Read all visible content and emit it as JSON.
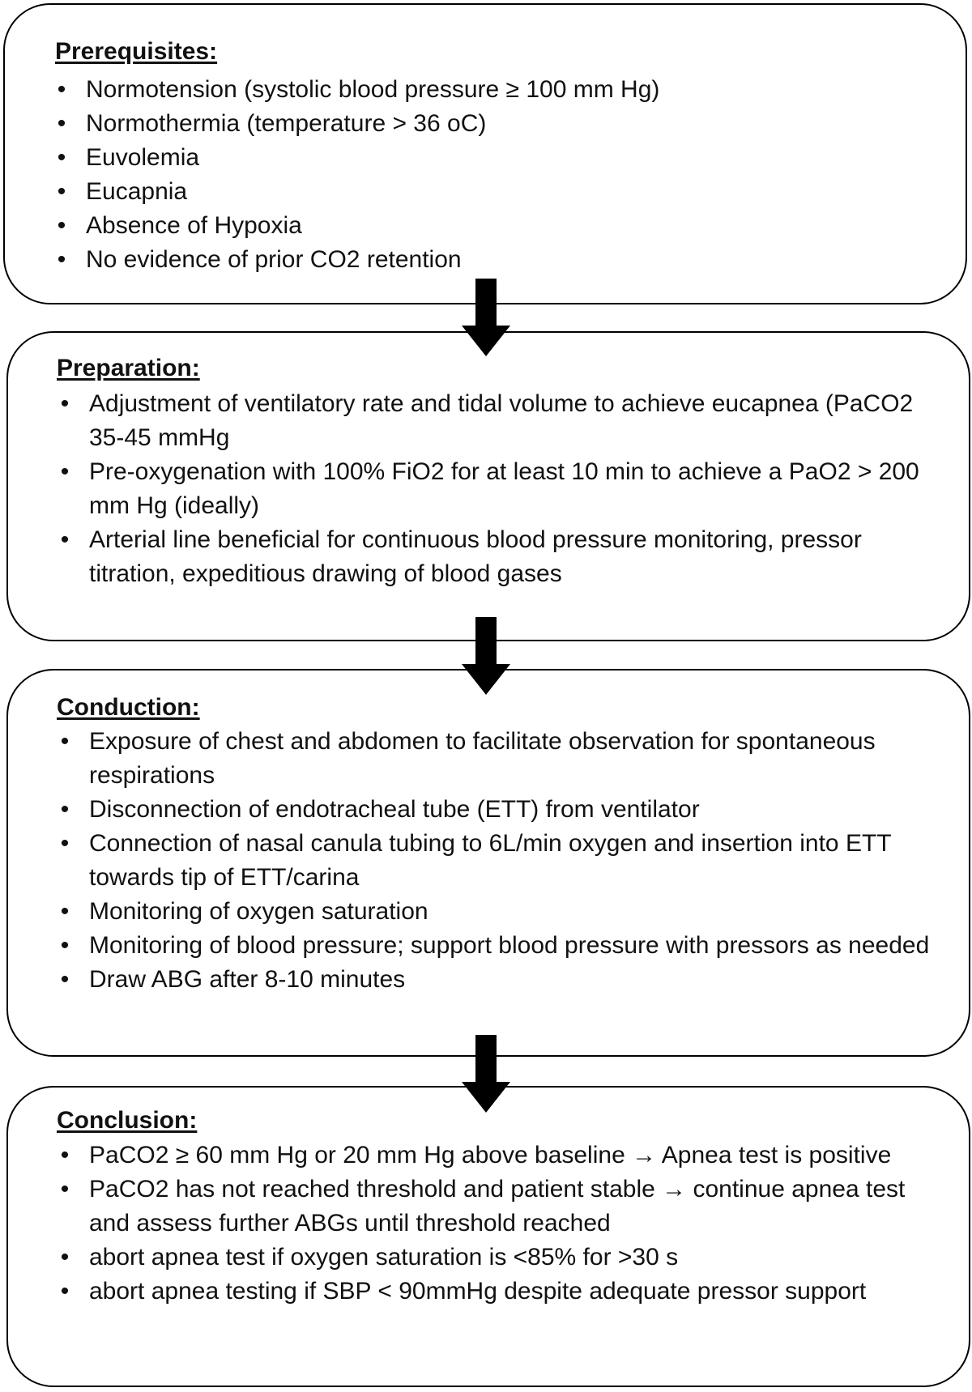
{
  "sections": [
    {
      "heading": "Prerequisites:",
      "items": [
        "Normotension (systolic blood pressure ≥ 100 mm Hg)",
        "Normothermia (temperature > 36 oC)",
        "Euvolemia",
        "Eucapnia",
        "Absence of Hypoxia",
        "No evidence of prior CO2 retention"
      ]
    },
    {
      "heading": "Preparation:",
      "items": [
        "Adjustment of ventilatory rate and tidal volume to achieve eucapnea (PaCO2 35-45 mmHg",
        "Pre-oxygenation with 100% FiO2 for at least 10 min to achieve a PaO2 > 200 mm Hg (ideally)",
        "Arterial line beneficial for continuous blood pressure monitoring, pressor titration, expeditious drawing of blood gases"
      ]
    },
    {
      "heading": "Conduction:",
      "items": [
        "Exposure of chest and abdomen to facilitate observation for spontaneous respirations",
        "Disconnection of endotracheal tube (ETT) from ventilator",
        "Connection of nasal canula tubing to 6L/min oxygen and insertion into ETT towards tip of ETT/carina",
        "Monitoring of oxygen saturation",
        "Monitoring of blood pressure; support blood pressure with pressors as needed",
        "Draw ABG after 8-10 minutes"
      ]
    },
    {
      "heading": "Conclusion:",
      "items": [
        "PaCO2 ≥ 60 mm Hg or 20 mm Hg above baseline → Apnea test is positive",
        "PaCO2 has not reached threshold and patient stable → continue apnea test and assess further ABGs until threshold reached",
        "abort apnea test if oxygen saturation is <85% for >30 s",
        "abort apnea testing if SBP < 90mmHg despite adequate pressor support"
      ]
    }
  ],
  "colors": {
    "border": "#000000",
    "arrow": "#000000",
    "text": "#111111",
    "background": "#ffffff"
  },
  "icons": [
    "arrow-down-icon"
  ]
}
